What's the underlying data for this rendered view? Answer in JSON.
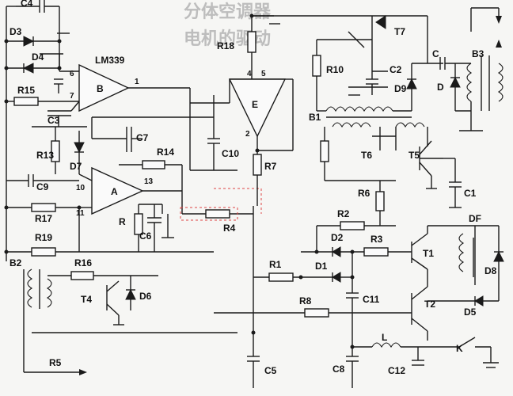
{
  "background_text": {
    "line1": "分体空调器",
    "line2": "电机的驱动"
  },
  "labels": {
    "C4": "C4",
    "D3": "D3",
    "D4": "D4",
    "LM339": "LM339",
    "R15": "R15",
    "C3": "C3",
    "B": "B",
    "A": "A",
    "E": "E",
    "pin6": "6",
    "pin7": "7",
    "pin1": "1",
    "pin4": "4",
    "pin5": "5",
    "pin2": "2",
    "pin10": "10",
    "pin11": "11",
    "pin13": "13",
    "R13": "R13",
    "D7": "D7",
    "C7": "C7",
    "R14": "R14",
    "C9": "C9",
    "R17": "R17",
    "R19": "R19",
    "R": "R",
    "C6": "C6",
    "R4": "R4",
    "C10": "C10",
    "R7": "R7",
    "R18": "R18",
    "R10": "R10",
    "C2": "C2",
    "D9": "D9",
    "T7": "T7",
    "C": "C",
    "D": "D",
    "B3": "B3",
    "B1": "B1",
    "T6": "T6",
    "T5": "T5",
    "R6": "R6",
    "C1": "C1",
    "R2": "R2",
    "D2": "D2",
    "R3": "R3",
    "DF": "DF",
    "T1": "T1",
    "D8": "D8",
    "R1": "R1",
    "D1": "D1",
    "C11": "C11",
    "R8": "R8",
    "T2": "T2",
    "D5": "D5",
    "B2": "B2",
    "R16": "R16",
    "T4": "T4",
    "D6": "D6",
    "R5": "R5",
    "C5": "C5",
    "C8": "C8",
    "C12": "C12",
    "K": "K",
    "L": "L"
  }
}
